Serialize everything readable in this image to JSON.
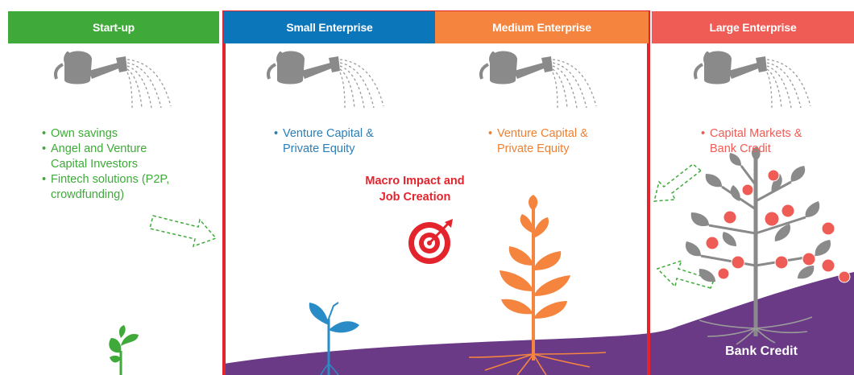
{
  "columns": [
    {
      "id": "startup",
      "title": "Start-up",
      "color": "#3faa3a"
    },
    {
      "id": "small",
      "title": "Small Enterprise",
      "color": "#0c76ba"
    },
    {
      "id": "medium",
      "title": "Medium Enterprise",
      "color": "#f5843e"
    },
    {
      "id": "large",
      "title": "Large Enterprise",
      "color": "#ef5b55"
    }
  ],
  "startup": {
    "bullets": [
      "Own savings",
      "Angel and Venture Capital Investors",
      "Fintech solutions (P2P, crowdfunding)"
    ]
  },
  "small": {
    "bullets": [
      "Venture Capital & Private Equity"
    ]
  },
  "medium": {
    "bullets": [
      "Venture Capital & Private Equity"
    ]
  },
  "large": {
    "bullets": [
      "Capital Markets & Bank Credit"
    ]
  },
  "center": {
    "title_line1": "Macro Impact and",
    "title_line2": "Job Creation"
  },
  "ground": {
    "label": "Bank Credit",
    "color": "#6a3a86"
  },
  "icons": [
    "watering-can-icon",
    "target-icon",
    "arrow-icon",
    "plant-icon",
    "tree-icon"
  ],
  "highlight_color": "#e4242d"
}
